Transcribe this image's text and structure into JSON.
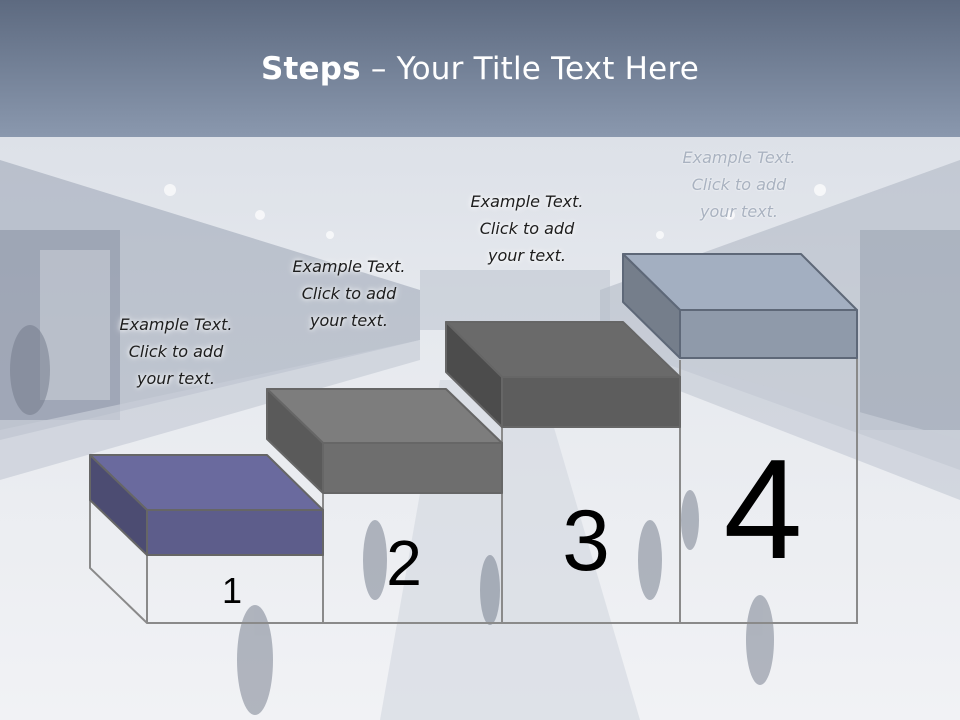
{
  "slide": {
    "title_bold": "Steps",
    "title_rest": " – Your Title Text Here"
  },
  "steps": [
    {
      "number": "1",
      "caption": [
        "Example Text.",
        "Click  to add",
        "your text."
      ],
      "top_color": "#6a6a9e"
    },
    {
      "number": "2",
      "caption": [
        "Example Text.",
        "Click  to add",
        "your text."
      ],
      "top_color": "#7d7d7d"
    },
    {
      "number": "3",
      "caption": [
        "Example Text.",
        "Click  to add",
        "your text."
      ],
      "top_color": "#6a6a6a"
    },
    {
      "number": "4",
      "caption": [
        "Example Text.",
        "Click  to add",
        "your text."
      ],
      "top_color": "#a3afc1"
    }
  ],
  "colors": {
    "header": "#6b7890",
    "outline": "#8a8a8a",
    "background": "#e9ecf1"
  }
}
